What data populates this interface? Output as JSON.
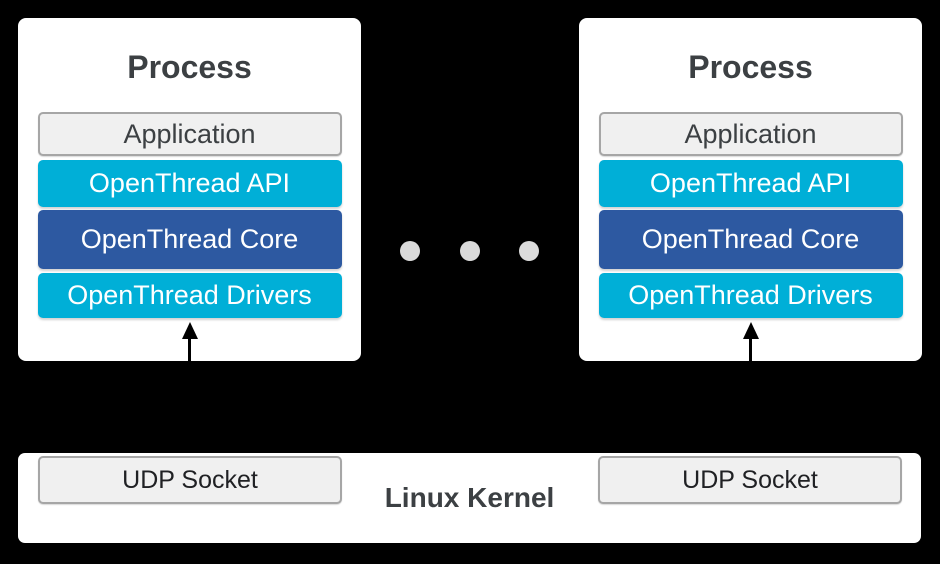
{
  "diagram": {
    "background_color": "#000000",
    "colors": {
      "card_background": "#ffffff",
      "cyan_layer": "#00afd7",
      "blue_layer": "#2d59a1",
      "gray_box_fill": "#f0f0f0",
      "gray_box_border": "#a6a6a6",
      "heading_text": "#3c4043",
      "light_text": "#ffffff",
      "dark_text": "#202124",
      "ellipsis_dot": "#dbdbdb",
      "arrow": "#000000"
    },
    "processes": [
      {
        "title": "Process",
        "layers": [
          {
            "label": "Application"
          },
          {
            "label": "OpenThread API"
          },
          {
            "label": "OpenThread Core"
          },
          {
            "label": "OpenThread Drivers"
          }
        ]
      },
      {
        "title": "Process",
        "layers": [
          {
            "label": "Application"
          },
          {
            "label": "OpenThread API"
          },
          {
            "label": "OpenThread Core"
          },
          {
            "label": "OpenThread Drivers"
          }
        ]
      }
    ],
    "ellipsis_dot_count": 3,
    "kernel": {
      "label": "Linux Kernel",
      "sockets": [
        {
          "label": "UDP Socket"
        },
        {
          "label": "UDP Socket"
        }
      ]
    }
  }
}
